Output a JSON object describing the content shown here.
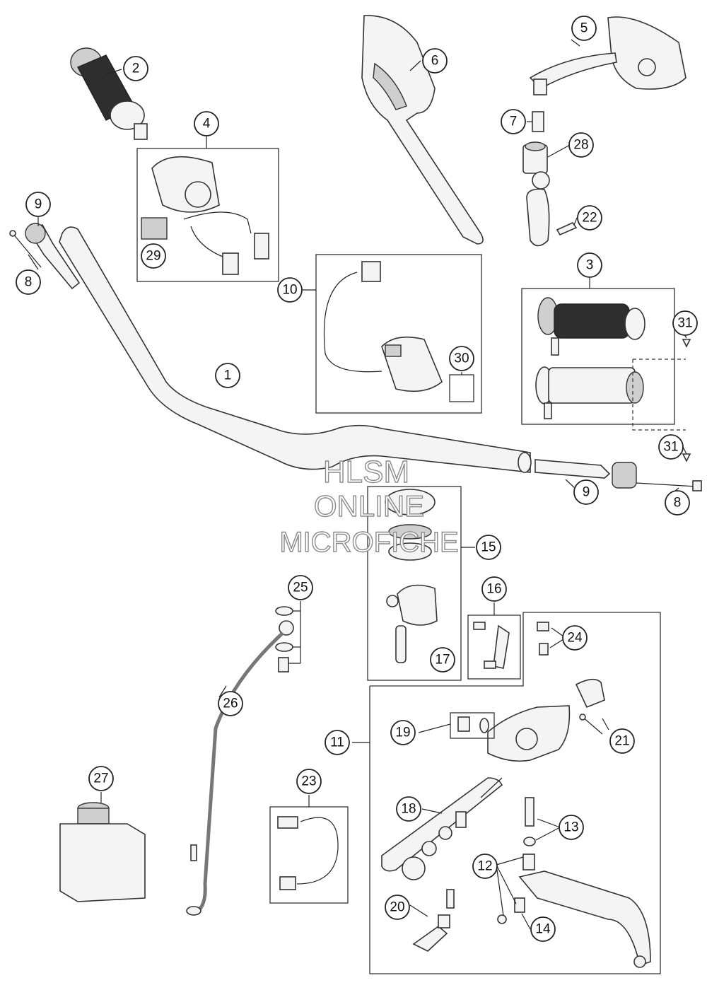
{
  "callouts": {
    "c1": "1",
    "c2": "2",
    "c3": "3",
    "c4": "4",
    "c5": "5",
    "c6": "6",
    "c7": "7",
    "c8": "8",
    "c9": "9",
    "c10": "10",
    "c11": "11",
    "c12": "12",
    "c13": "13",
    "c14": "14",
    "c15": "15",
    "c16": "16",
    "c17": "17",
    "c18": "18",
    "c19": "19",
    "c20": "20",
    "c21": "21",
    "c22": "22",
    "c23": "23",
    "c24": "24",
    "c25": "25",
    "c26": "26",
    "c27": "27",
    "c28": "28",
    "c29": "29",
    "c30": "30",
    "c31": "31"
  },
  "watermark": {
    "line1": "HLSM",
    "line2": "ONLINE",
    "line3": "MICROFICHE"
  }
}
